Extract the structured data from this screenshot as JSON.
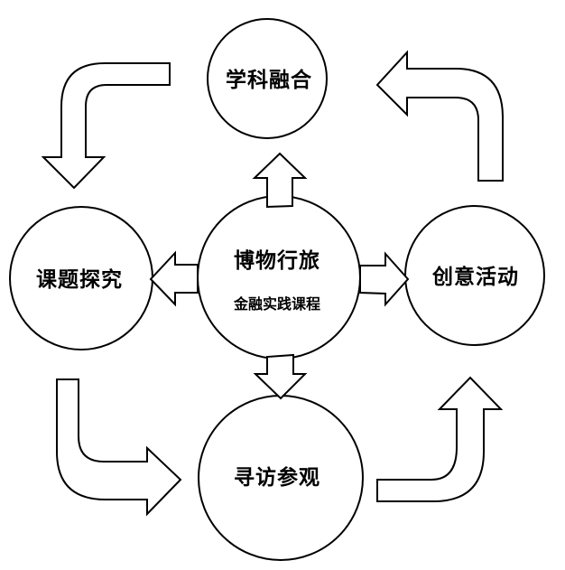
{
  "center": {
    "title": "博物行旅",
    "subtitle": "金融实践课程"
  },
  "nodes": {
    "top": "学科融合",
    "left": "课题探究",
    "right": "创意活动",
    "bottom": "寻访参观"
  },
  "colors": {
    "stroke": "#000000",
    "fill": "#ffffff",
    "text": "#000000"
  }
}
